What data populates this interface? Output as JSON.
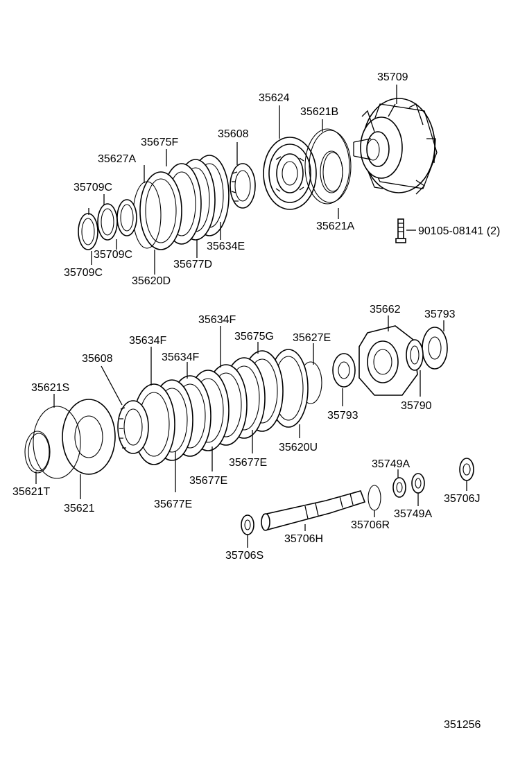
{
  "diagram_id": "351256",
  "labels": {
    "l35709": "35709",
    "l35624": "35624",
    "l35621B": "35621B",
    "l35608a": "35608",
    "l35675F": "35675F",
    "l35627A": "35627A",
    "l35709Ca": "35709C",
    "l35709Cb": "35709C",
    "l35709Cc": "35709C",
    "l35620D": "35620D",
    "l35677D": "35677D",
    "l35634E": "35634E",
    "l35621A": "35621A",
    "l90105": "90105-08141 (2)",
    "l35634Fa": "35634F",
    "l35634Fb": "35634F",
    "l35634Fc": "35634F",
    "l35675G": "35675G",
    "l35627E": "35627E",
    "l35662": "35662",
    "l35793a": "35793",
    "l35793b": "35793",
    "l35790": "35790",
    "l35608b": "35608",
    "l35621S": "35621S",
    "l35621T": "35621T",
    "l35621": "35621",
    "l35677Ea": "35677E",
    "l35677Eb": "35677E",
    "l35677Ec": "35677E",
    "l35620U": "35620U",
    "l35749Aa": "35749A",
    "l35749Ab": "35749A",
    "l35706J": "35706J",
    "l35706R": "35706R",
    "l35706H": "35706H",
    "l35706S": "35706S"
  }
}
